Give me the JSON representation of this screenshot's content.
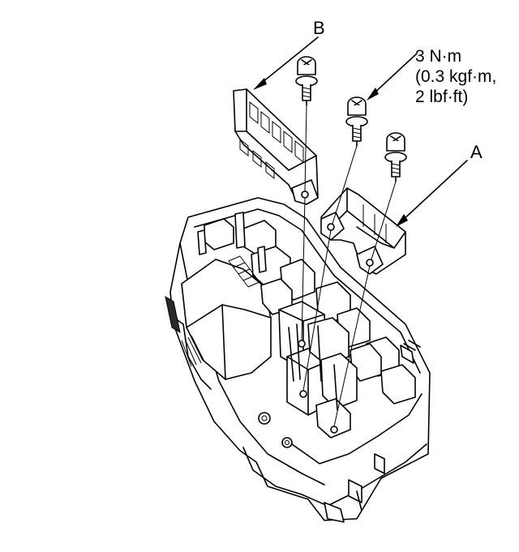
{
  "labels": {
    "part_b": "B",
    "part_a": "A",
    "torque_spec": "3 N·m\n(0.3 kgf·m,\n2 lbf·ft)"
  }
}
